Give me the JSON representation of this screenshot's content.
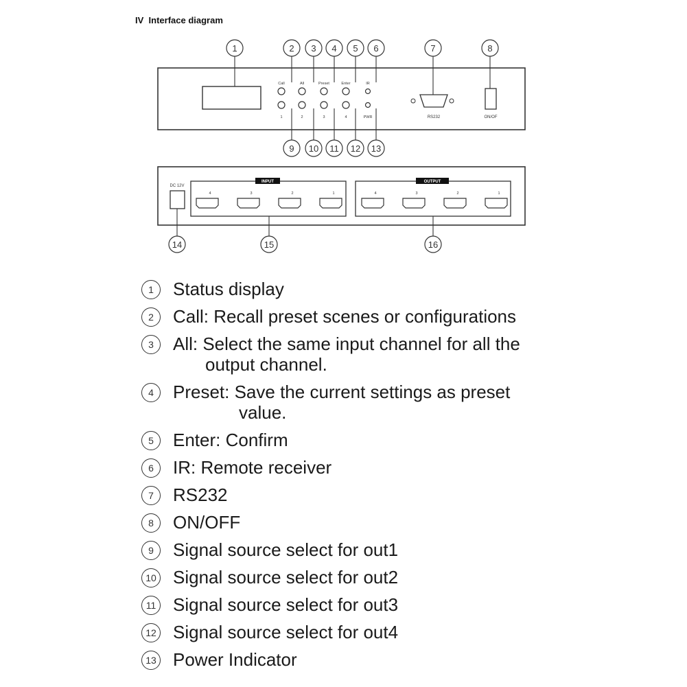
{
  "header": {
    "section": "IV",
    "title": "Interface diagram"
  },
  "front_panel": {
    "buttons_top": [
      "Call",
      "All",
      "Preset",
      "Enter",
      "IR"
    ],
    "buttons_bottom": [
      "1",
      "2",
      "3",
      "4",
      "PWR"
    ],
    "rs232_label": "RS232",
    "power_label": "ON/OF"
  },
  "rear_panel": {
    "dc_label": "DC 12V",
    "input_label": "INPUT",
    "output_label": "OUTPUT",
    "input_ports": [
      "4",
      "3",
      "2",
      "1"
    ],
    "output_ports": [
      "4",
      "3",
      "2",
      "1"
    ]
  },
  "callouts": {
    "front_top": [
      "1",
      "2",
      "3",
      "4",
      "5",
      "6",
      "7",
      "8"
    ],
    "front_bottom": [
      "9",
      "10",
      "11",
      "12",
      "13"
    ],
    "rear": [
      "14",
      "15",
      "16"
    ]
  },
  "legend": [
    {
      "num": "1",
      "text": "Status display"
    },
    {
      "num": "2",
      "text": "Call: Recall preset scenes or configurations"
    },
    {
      "num": "3",
      "text": "All: Select the same input channel for all the",
      "cont": "output channel."
    },
    {
      "num": "4",
      "text": "Preset: Save the current settings as preset",
      "cont": "value."
    },
    {
      "num": "5",
      "text": "Enter: Confirm"
    },
    {
      "num": "6",
      "text": "IR: Remote receiver"
    },
    {
      "num": "7",
      "text": "RS232"
    },
    {
      "num": "8",
      "text": "ON/OFF"
    },
    {
      "num": "9",
      "text": "Signal source select for out1"
    },
    {
      "num": "10",
      "text": "Signal source select for out2"
    },
    {
      "num": "11",
      "text": "Signal source select for out3"
    },
    {
      "num": "12",
      "text": "Signal source select for out4"
    },
    {
      "num": "13",
      "text": "Power Indicator"
    }
  ]
}
